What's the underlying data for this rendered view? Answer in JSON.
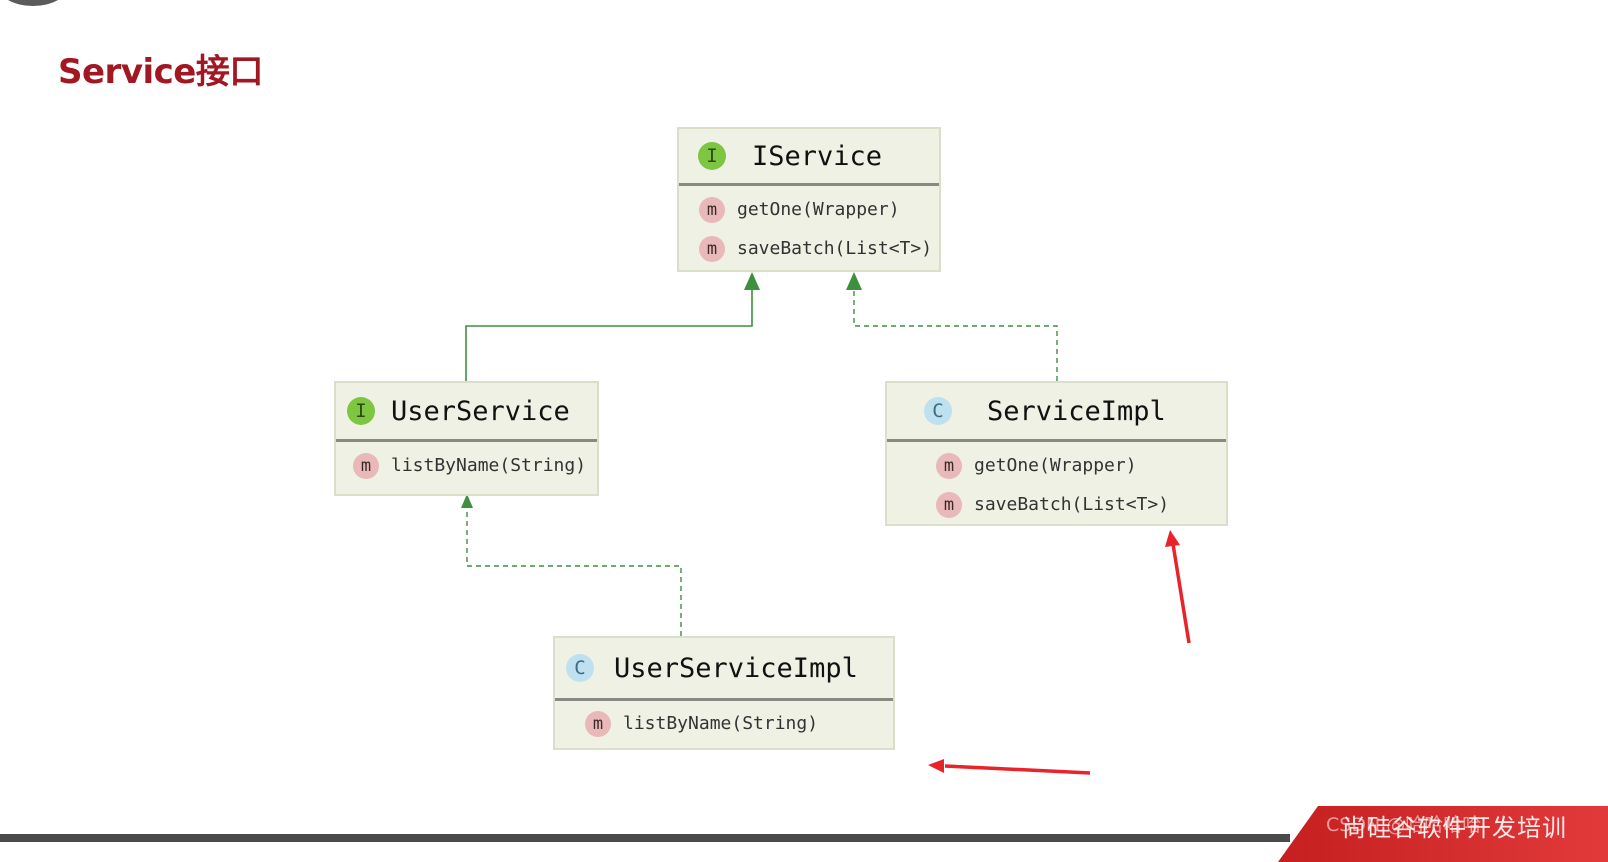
{
  "page": {
    "title": "Service接口"
  },
  "diagram": {
    "iservice": {
      "badge": "I",
      "name": "IService",
      "members": [
        {
          "badge": "m",
          "label": "getOne(Wrapper)"
        },
        {
          "badge": "m",
          "label": "saveBatch(List<T>)"
        }
      ]
    },
    "userservice": {
      "badge": "I",
      "name": "UserService",
      "members": [
        {
          "badge": "m",
          "label": "listByName(String)"
        }
      ]
    },
    "serviceimpl": {
      "badge": "C",
      "name": "ServiceImpl",
      "members": [
        {
          "badge": "m",
          "label": "getOne(Wrapper)"
        },
        {
          "badge": "m",
          "label": "saveBatch(List<T>)"
        }
      ]
    },
    "userserviceimpl": {
      "badge": "C",
      "name": "UserServiceImpl",
      "members": [
        {
          "badge": "m",
          "label": "listByName(String)"
        }
      ]
    },
    "colors": {
      "inherit_line": "#3e8f3e",
      "arrow_red": "#e8232a",
      "title_red": "#a11722"
    }
  },
  "watermark": {
    "text": "尚硅谷软件开发培训",
    "sub": "CSDN @哈哈哈哈"
  }
}
